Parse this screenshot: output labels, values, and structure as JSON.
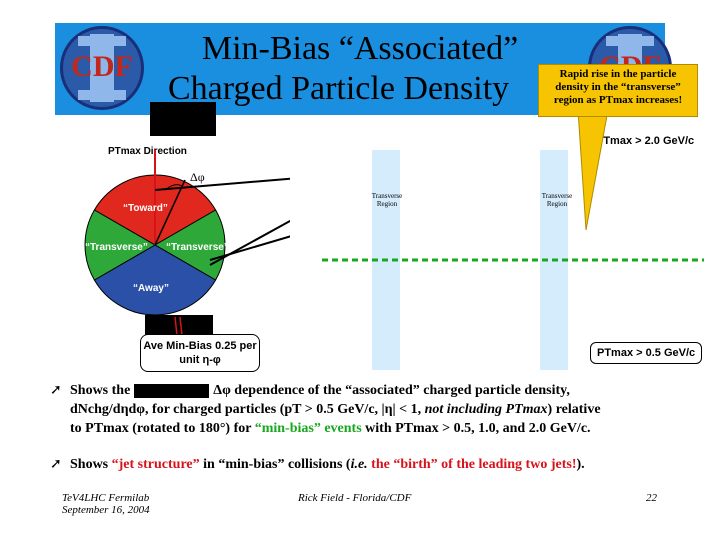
{
  "slide": {
    "title_line1": "Min-Bias “Associated”",
    "title_line2": "Charged Particle Density",
    "logo_left": "CDF",
    "logo_right": "CDF",
    "callout_text": "Rapid rise in the particle density in the “transverse” region as PTmax increases!",
    "ptmax_direction_label": "PTmax Direction",
    "delta_phi_label": "Δφ",
    "toward_label": "“Toward”",
    "transverse_left_label": "“Transverse”",
    "transverse_right_label": "“Transverse”",
    "away_label": "“Away”",
    "region_left": "Transverse Region",
    "region_right": "Transverse Region",
    "ptmax_high": "PTmax > 2.0 GeV/c",
    "ptmax_low": "PTmax > 0.5 GeV/c",
    "ave_min_bias": "Ave Min-Bias 0.25 per unit η-φ",
    "bullet1_line1_a": "Shows the",
    "bullet1_line1_b": "Δφ dependence of the “associated” charged particle density,",
    "bullet1_line2_a": "dNchg/dηdφ, for charged particles (pT > 0.5 GeV/c, |η| < 1,",
    "bullet1_line2_b": "not including PTmax",
    "bullet1_line2_c": ") relative",
    "bullet1_line3_a": "to PTmax (rotated to 180°) for",
    "bullet1_line3_b": "“min-bias” events",
    "bullet1_line3_c": "with PTmax > 0.5, 1.0, and 2.0 GeV/c.",
    "bullet2_a": "Shows",
    "bullet2_b": "“jet structure”",
    "bullet2_c": "in “min-bias” collisions (",
    "bullet2_d": "i.e.",
    "bullet2_e": "the “birth” of the leading two jets!",
    "bullet2_f": ").",
    "footer_left_line1": "TeV4LHC Fermilab",
    "footer_left_line2": "September 16, 2004",
    "footer_center": "Rick Field - Florida/CDF",
    "footer_right": "22"
  },
  "colors": {
    "banner": "#1a8fe0",
    "callout": "#f6c400",
    "toward": "#e0281e",
    "transverse": "#2fa83a",
    "away": "#2b50a8",
    "accent_red": "#d8121a",
    "accent_green": "#18a81e"
  }
}
